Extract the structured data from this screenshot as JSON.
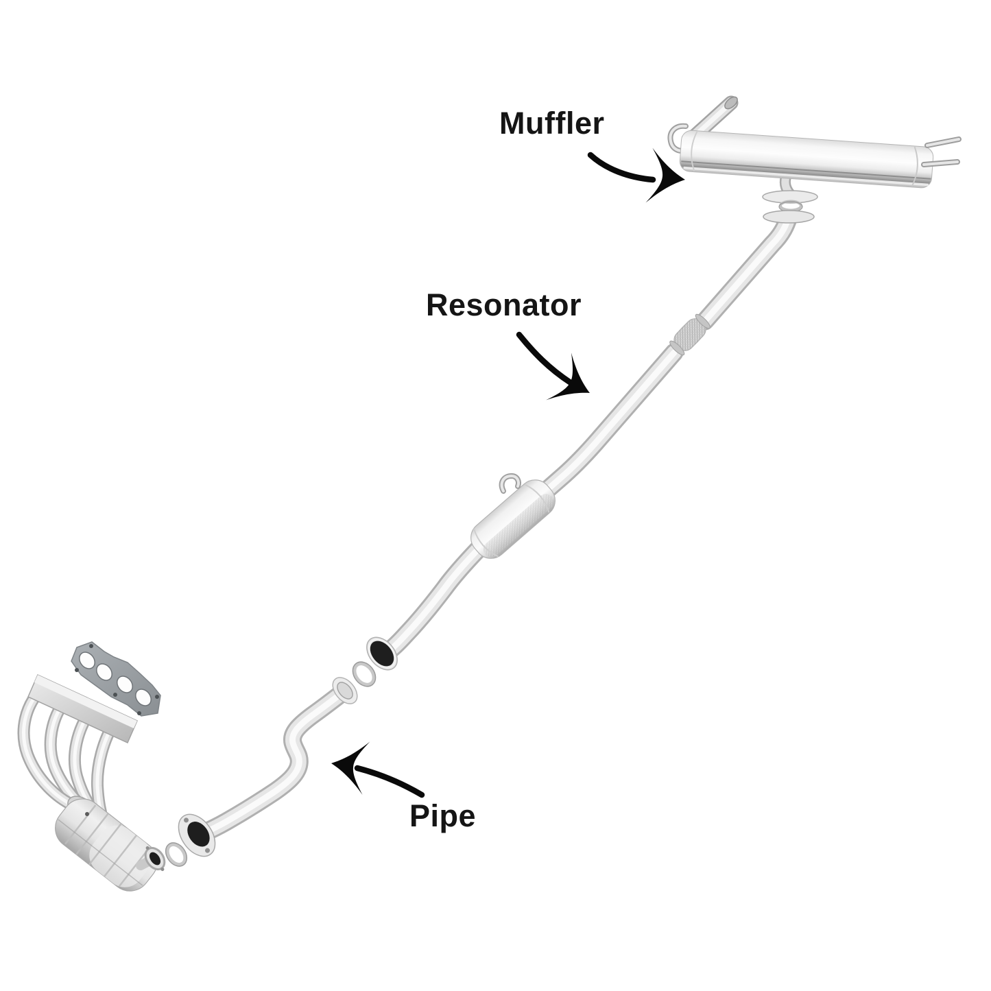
{
  "page": {
    "background": "#ffffff",
    "description": "Exploded diagram of a vehicle exhaust system with three labeled parts"
  },
  "labels": {
    "muffler": "Muffler",
    "resonator": "Resonator",
    "pipe": "Pipe"
  },
  "annotations": [
    {
      "label_key": "muffler",
      "icon": "curved-arrow-right-icon",
      "points_to": "muffler-assembly"
    },
    {
      "label_key": "resonator",
      "icon": "curved-arrow-down-right-icon",
      "points_to": "resonator-body"
    },
    {
      "label_key": "pipe",
      "icon": "curved-arrow-left-icon",
      "points_to": "front-pipe-s-bend"
    }
  ],
  "parts_depicted": [
    "muffler-with-tailpipe-and-hanger-rods",
    "muffler-inlet-flange-and-gasket-ring",
    "intermediate-exhaust-pipe",
    "flex-coupling",
    "resonator-with-hanger-hook",
    "mid-joint-o-ring-gasket",
    "front-pipe-with-s-bend-and-flange",
    "front-o-ring-gasket",
    "catalytic-converter",
    "exhaust-manifold-with-four-runners",
    "manifold-gasket-four-port"
  ],
  "colors": {
    "background": "#ffffff",
    "label_text": "#151515",
    "arrow": "#0a0a0a",
    "metal_highlight": "#fafafa",
    "metal_light": "#e8e8e8",
    "metal_mid": "#c6c6c6",
    "metal_dark": "#9a9a9a",
    "gasket_plate": "#979da1",
    "pipe_mouth": "#1e1e1e"
  }
}
